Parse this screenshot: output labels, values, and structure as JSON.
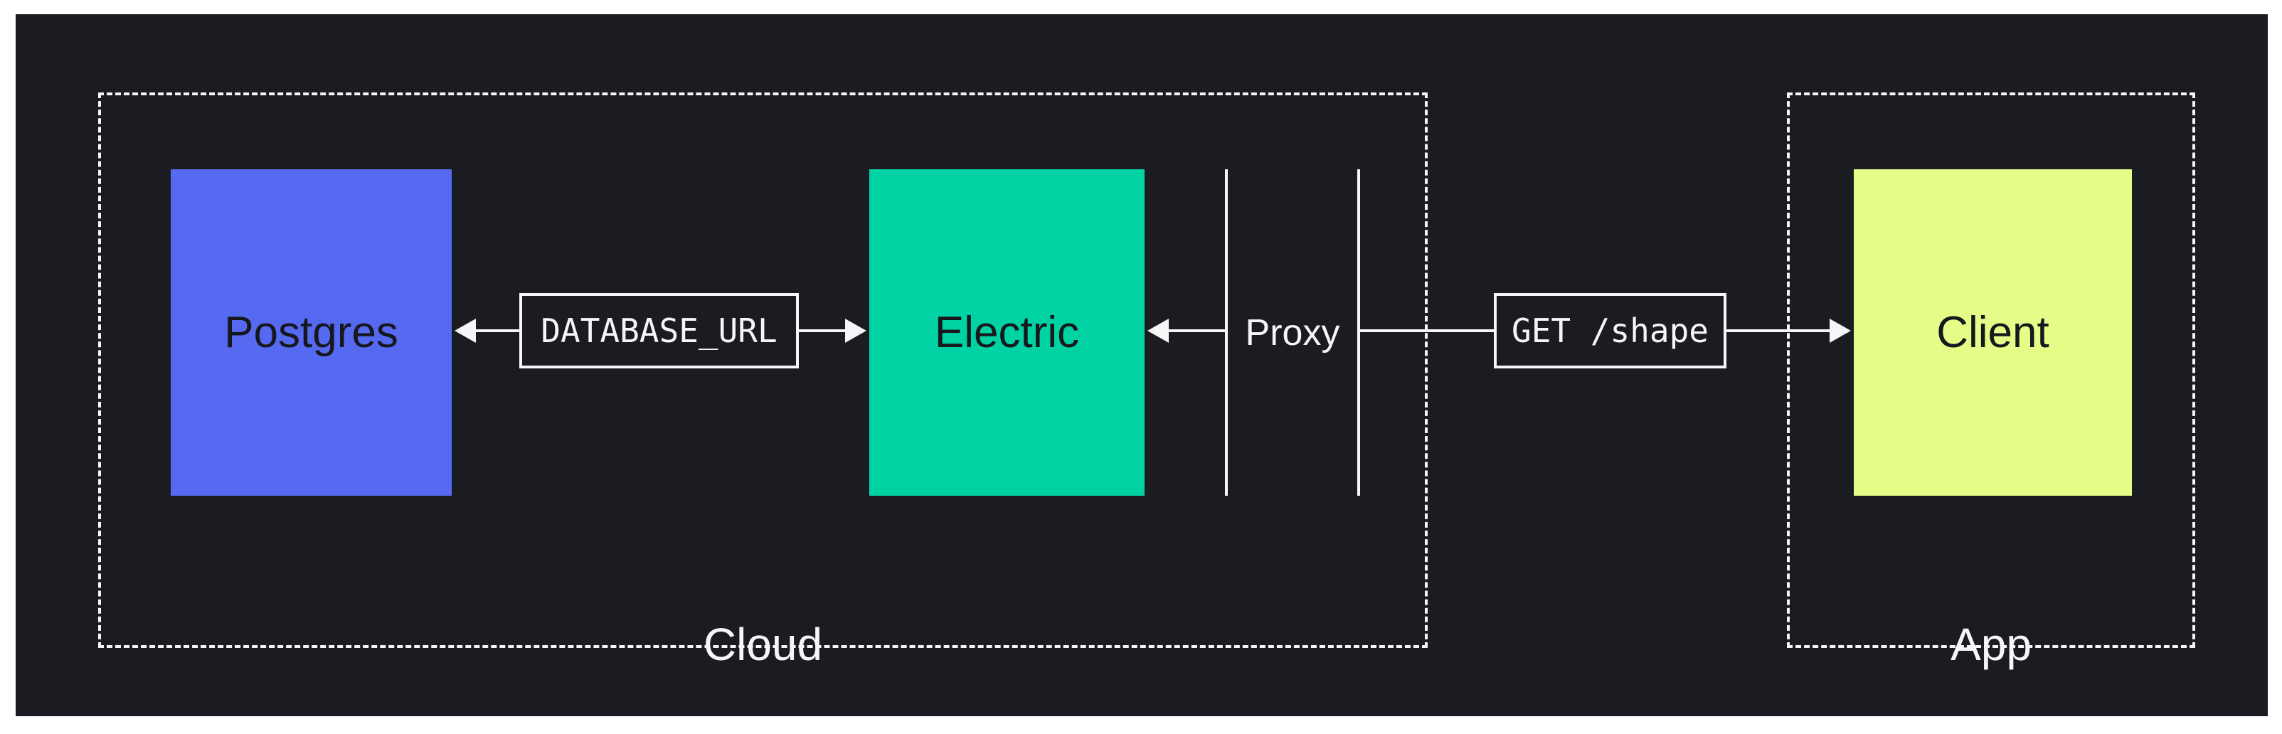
{
  "theme": {
    "page-bg": "#FFFFFF",
    "canvas-bg": "#1B1C21",
    "line": "#F5F6F7",
    "text-light": "#F5F6F7",
    "text-dark": "#16181D",
    "postgres-fill": "#5669F1",
    "electric-fill": "#00D2A3",
    "client-fill": "#E3FD88"
  },
  "groups": {
    "cloud": {
      "label": "Cloud"
    },
    "app": {
      "label": "App"
    }
  },
  "nodes": {
    "postgres": {
      "label": "Postgres"
    },
    "electric": {
      "label": "Electric"
    },
    "client": {
      "label": "Client"
    }
  },
  "connectors": {
    "database_url": {
      "label": "DATABASE_URL"
    },
    "proxy": {
      "label": "Proxy"
    },
    "get_shape": {
      "label": "GET /shape"
    }
  }
}
